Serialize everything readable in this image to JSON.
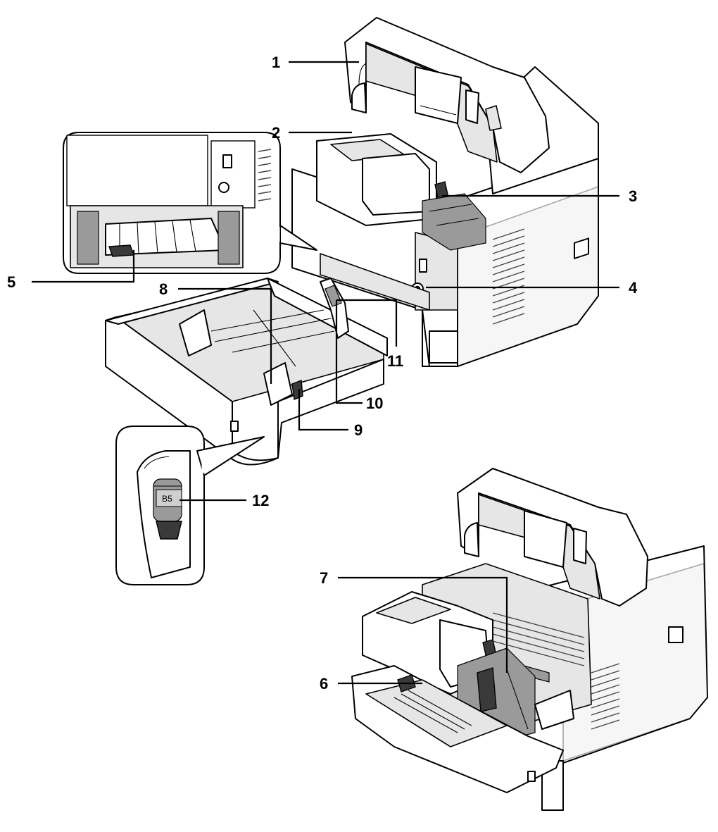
{
  "callouts": [
    {
      "id": "1",
      "label": "1"
    },
    {
      "id": "2",
      "label": "2"
    },
    {
      "id": "3",
      "label": "3"
    },
    {
      "id": "4",
      "label": "4"
    },
    {
      "id": "5",
      "label": "5"
    },
    {
      "id": "6",
      "label": "6"
    },
    {
      "id": "7",
      "label": "7"
    },
    {
      "id": "8",
      "label": "8"
    },
    {
      "id": "9",
      "label": "9"
    },
    {
      "id": "10",
      "label": "10"
    },
    {
      "id": "11",
      "label": "11"
    },
    {
      "id": "12",
      "label": "12"
    }
  ],
  "dial_label": "B5"
}
